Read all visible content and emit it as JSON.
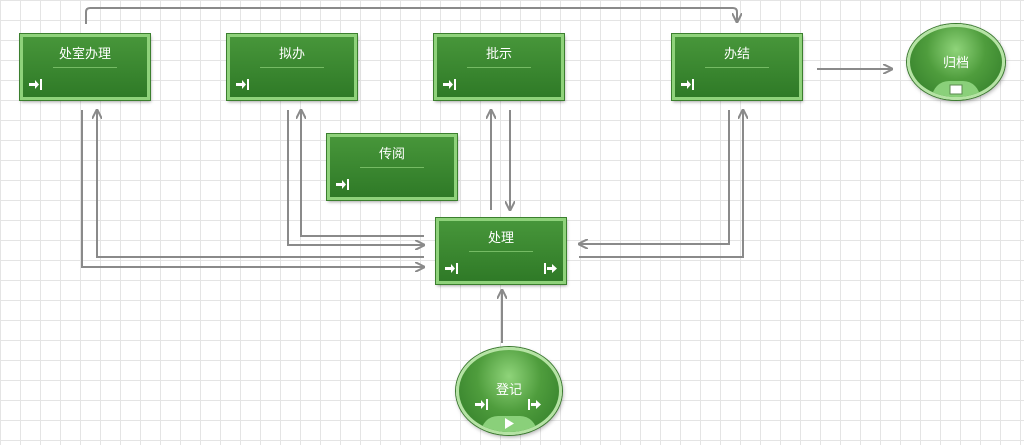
{
  "nodes": {
    "dept_handle": {
      "label": "处室办理"
    },
    "draft": {
      "label": "拟办"
    },
    "instruct": {
      "label": "批示"
    },
    "complete": {
      "label": "办结"
    },
    "archive": {
      "label": "归档"
    },
    "circulate": {
      "label": "传阅"
    },
    "process": {
      "label": "处理"
    },
    "register": {
      "label": "登记"
    }
  },
  "icons": {
    "in_port": "enter-arrow-icon",
    "out_port": "exit-arrow-icon",
    "stop": "stop-square-icon",
    "play": "play-triangle-icon"
  },
  "colors": {
    "node_fill": "#3a8a30",
    "node_border": "#8fd27b",
    "edge": "#8a8a8a",
    "grid": "#e4e4e4"
  }
}
